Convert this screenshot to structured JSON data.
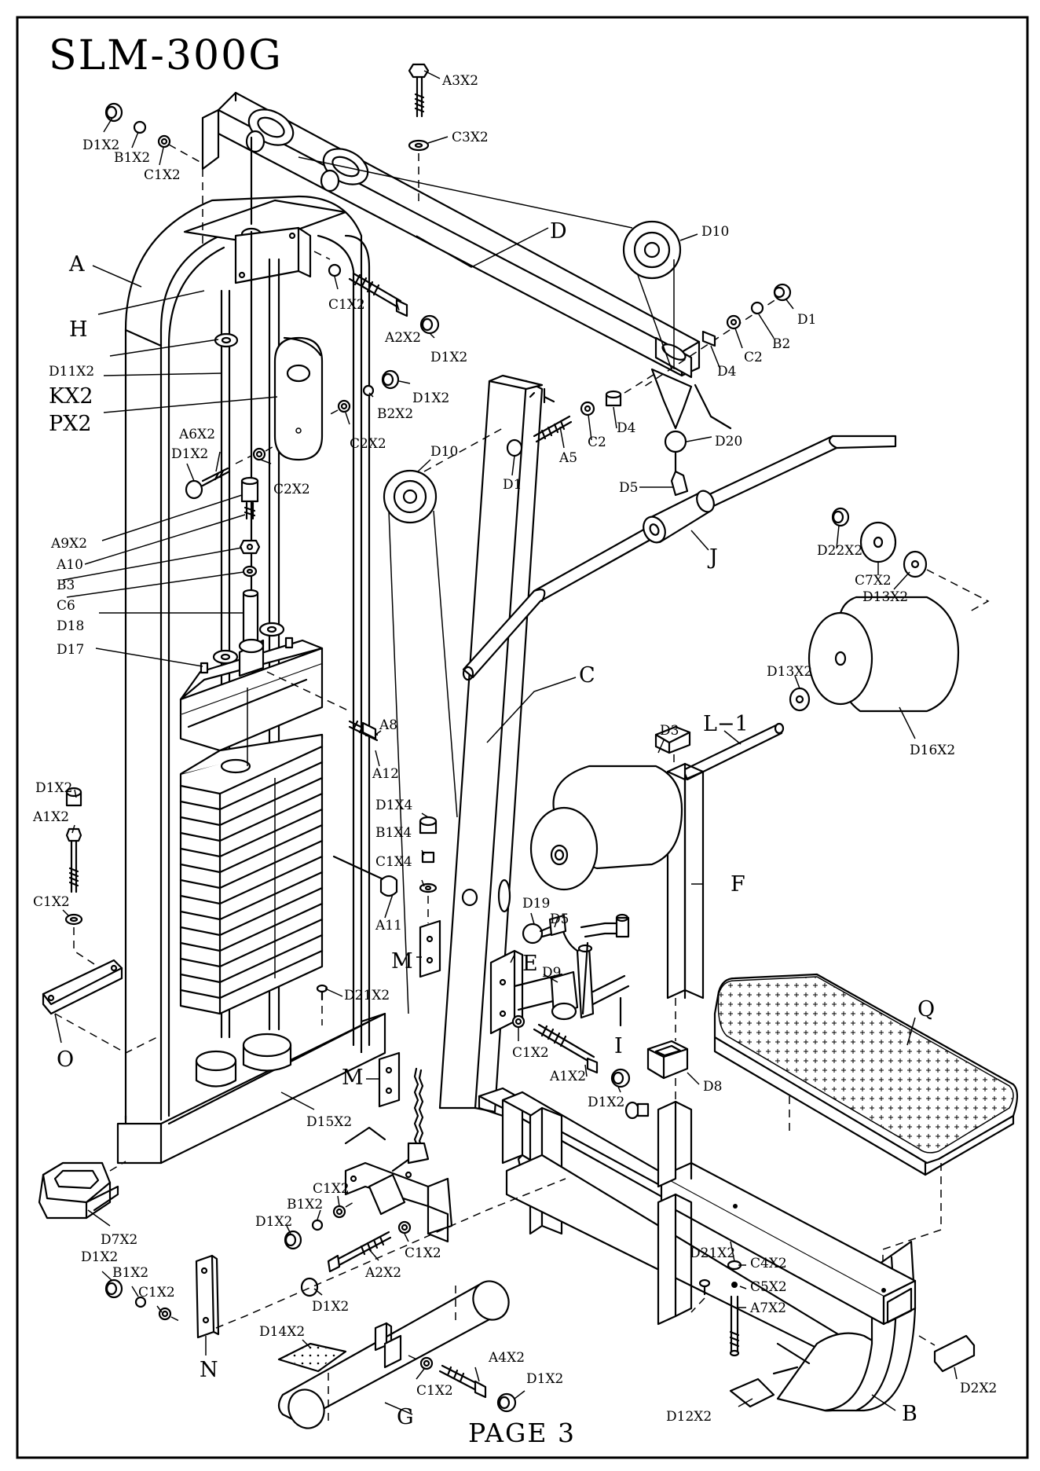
{
  "title": "SLM-300G",
  "footer": "PAGE 3",
  "labels": {
    "a3x2": "A3X2",
    "c3x2_top": "C3X2",
    "d1x2_tl": "D1X2",
    "b1x2_tl": "B1X2",
    "c1x2_tl": "C1X2",
    "a": "A",
    "h": "H",
    "d11x2": "D11X2",
    "kx2": "KX2",
    "px2": "PX2",
    "c1x2_h": "C1X2",
    "a2x2_top": "A2X2",
    "d1x2_h": "D1X2",
    "d1x2_p": "D1X2",
    "b2x2": "B2X2",
    "c2x2_a": "C2X2",
    "c2x2_b": "C2X2",
    "a6x2": "A6X2",
    "d1x2_a6": "D1X2",
    "a9x2": "A9X2",
    "a10": "A10",
    "b3": "B3",
    "c6": "C6",
    "d18": "D18",
    "d17": "D17",
    "d": "D",
    "d10_top": "D10",
    "d1_r": "D1",
    "b2": "B2",
    "c2_r": "C2",
    "d4_r": "D4",
    "d20": "D20",
    "d4_mid": "D4",
    "c2_mid": "C2",
    "a5": "A5",
    "d1_mid": "D1",
    "d10_mid": "D10",
    "d5_top": "D5",
    "j": "J",
    "d22x2": "D22X2",
    "c7x2": "C7X2",
    "d13x2_top": "D13X2",
    "c": "C",
    "d3": "D3",
    "l1": "L−1",
    "d13x2_mid": "D13X2",
    "d16x2": "D16X2",
    "a8": "A8",
    "a12": "A12",
    "d1x4": "D1X4",
    "b1x4": "B1X4",
    "c1x4": "C1X4",
    "a11": "A11",
    "f": "F",
    "d1x2_l": "D1X2",
    "a1x2_l": "A1X2",
    "c1x2_l": "C1X2",
    "d19": "D19",
    "d5_mid": "D5",
    "e": "E",
    "d9": "D9",
    "m_top": "M",
    "d21x2_a": "D21X2",
    "c1x2_e": "C1X2",
    "a1x2_e": "A1X2",
    "d1x2_e": "D1X2",
    "i": "I",
    "d8": "D8",
    "q": "Q",
    "o": "O",
    "m_bot": "M",
    "d15x2": "D15X2",
    "d7x2": "D7X2",
    "c1x2_b": "C1X2",
    "b1x2_b": "B1X2",
    "d1x2_b": "D1X2",
    "c1x2_b2": "C1X2",
    "a2x2_b": "A2X2",
    "d1x2_n": "D1X2",
    "b1x2_n": "B1X2",
    "c1x2_n": "C1X2",
    "n": "N",
    "d1x2_g": "D1X2",
    "d14x2": "D14X2",
    "a4x2": "A4X2",
    "d1x2_g2": "D1X2",
    "c1x2_g": "C1X2",
    "g": "G",
    "d21x2_b": "D21X2",
    "c4x2": "C4X2",
    "c5x2": "C5X2",
    "a7x2": "A7X2",
    "d2x2": "D2X2",
    "d12x2": "D12X2",
    "b": "B"
  }
}
